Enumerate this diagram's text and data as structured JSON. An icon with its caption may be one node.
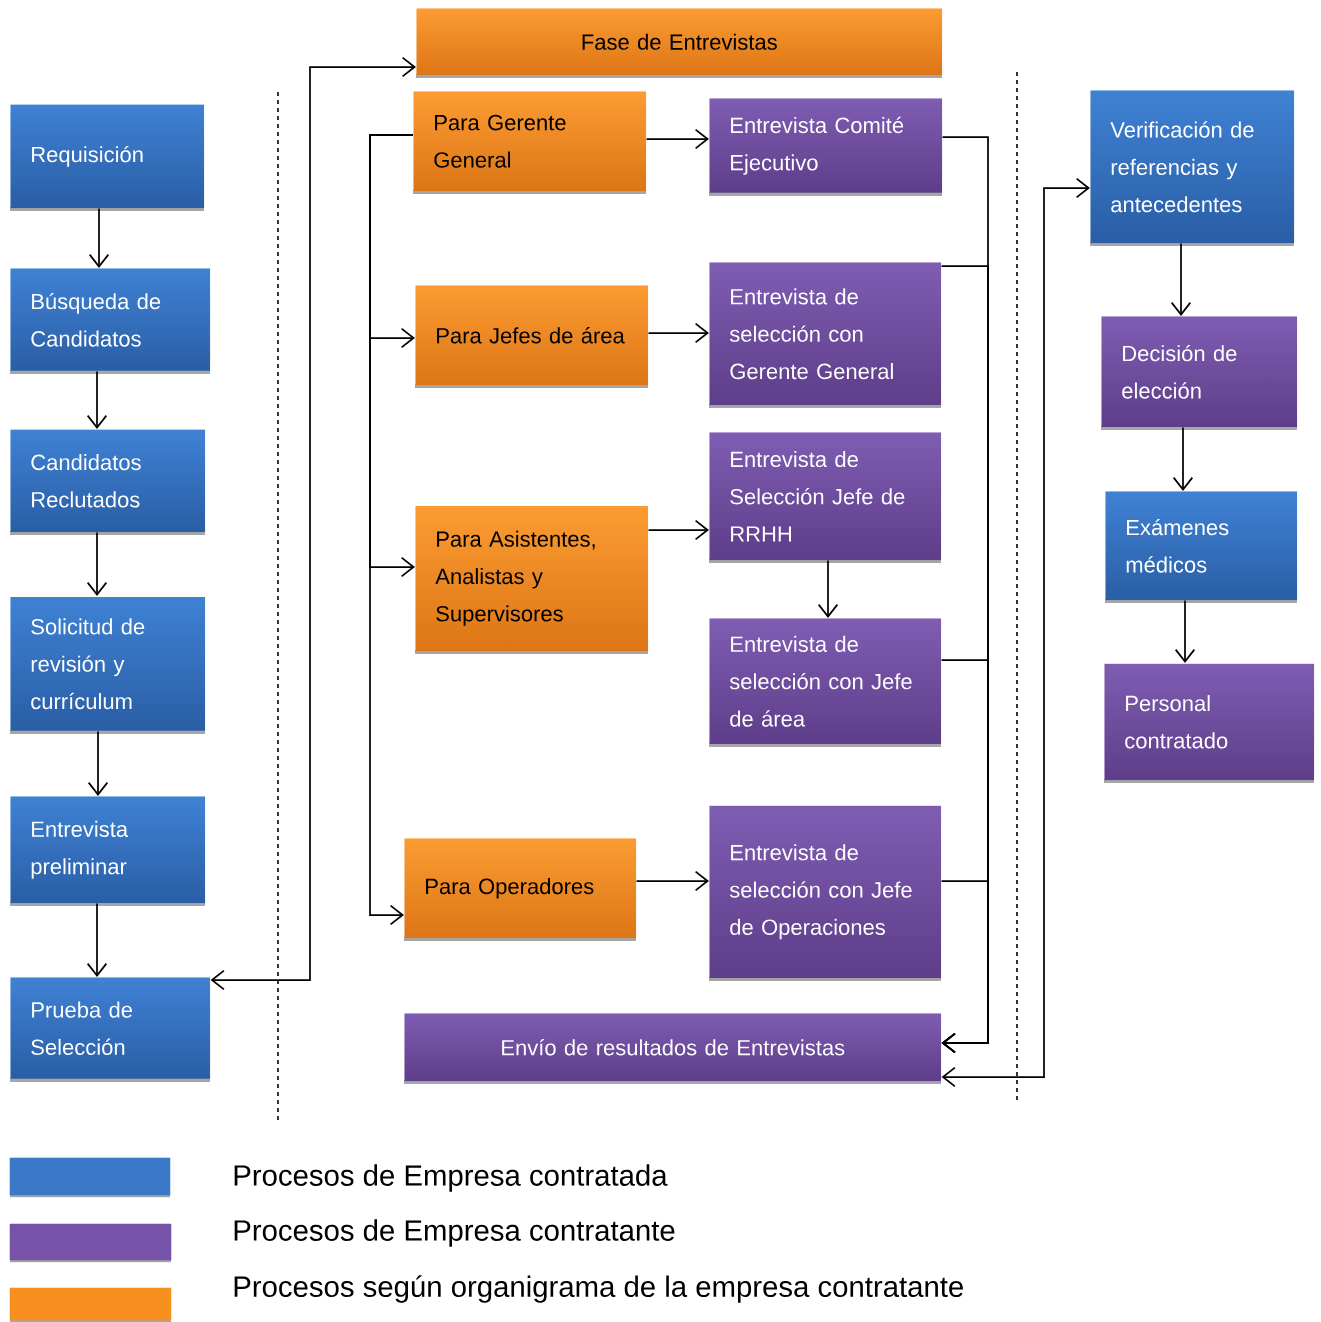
{
  "diagram": {
    "nodes": [
      {
        "text": [
          "Requisición"
        ]
      },
      {
        "text": [
          "Búsqueda de Candidatos"
        ]
      },
      {
        "text": [
          "Candidatos Reclutados"
        ]
      },
      {
        "text": [
          "Solicitud de revisión y currículum"
        ]
      },
      {
        "text": [
          "Entrevista preliminar"
        ]
      },
      {
        "text": [
          "Prueba de Selección"
        ]
      },
      {
        "text": [
          "Fase de Entrevistas"
        ]
      },
      {
        "text": [
          "Para Gerente General"
        ]
      },
      {
        "text": [
          "Entrevista Comité Ejecutivo"
        ]
      },
      {
        "text": [
          "Para Jefes de área"
        ]
      },
      {
        "text": [
          "Entrevista de selección con Gerente General"
        ]
      },
      {
        "text": [
          "Para Asistentes, Analistas y Supervisores"
        ]
      },
      {
        "text": [
          "Entrevista de Selección Jefe de RRHH"
        ]
      },
      {
        "text": [
          "Entrevista de selección con Jefe de área"
        ]
      },
      {
        "text": [
          "Para Operadores"
        ]
      },
      {
        "text": [
          "Entrevista de selección con Jefe de Operaciones"
        ]
      },
      {
        "text": [
          "Envío de resultados de Entrevistas"
        ]
      },
      {
        "text": [
          "Verificación de referencias y antecedentes"
        ]
      },
      {
        "text": [
          "Decisión de elección"
        ]
      },
      {
        "text": [
          "Exámenes médicos"
        ]
      },
      {
        "text": [
          "Personal contratado"
        ]
      }
    ],
    "edges": [
      {
        "from": 0,
        "to": 1,
        "arrow": "to"
      },
      {
        "from": 1,
        "to": 2,
        "arrow": "to"
      },
      {
        "from": 2,
        "to": 3,
        "arrow": "to"
      },
      {
        "from": 3,
        "to": 4,
        "arrow": "to"
      },
      {
        "from": 4,
        "to": 5,
        "arrow": "to"
      },
      {
        "from": 5,
        "to": 6,
        "arrow": "both"
      },
      {
        "from": 7,
        "to": 8,
        "arrow": "to"
      },
      {
        "from": 7,
        "to": 9,
        "arrow": "to"
      },
      {
        "from": 7,
        "to": 11,
        "arrow": "to"
      },
      {
        "from": 7,
        "to": 14,
        "arrow": "to"
      },
      {
        "from": 9,
        "to": 10,
        "arrow": "to"
      },
      {
        "from": 11,
        "to": 12,
        "arrow": "to"
      },
      {
        "from": 12,
        "to": 13,
        "arrow": "to"
      },
      {
        "from": 14,
        "to": 15,
        "arrow": "to"
      },
      {
        "from": 8,
        "to": 16,
        "arrow": "to"
      },
      {
        "from": 10,
        "to": 16,
        "arrow": "to"
      },
      {
        "from": 13,
        "to": 16,
        "arrow": "to"
      },
      {
        "from": 15,
        "to": 16,
        "arrow": "to"
      },
      {
        "from": 16,
        "to": 17,
        "arrow": "both"
      },
      {
        "from": 17,
        "to": 18,
        "arrow": "to"
      },
      {
        "from": 18,
        "to": 19,
        "arrow": "to"
      },
      {
        "from": 19,
        "to": 20,
        "arrow": "to"
      }
    ],
    "legend": [
      {
        "text": "Procesos de Empresa contratada",
        "color": "#3a78c8"
      },
      {
        "text": "Procesos de Empresa contratante",
        "color": "#7653a8"
      },
      {
        "text": "Procesos según organigrama de la empresa contratante",
        "color": "#f7901e"
      }
    ]
  }
}
